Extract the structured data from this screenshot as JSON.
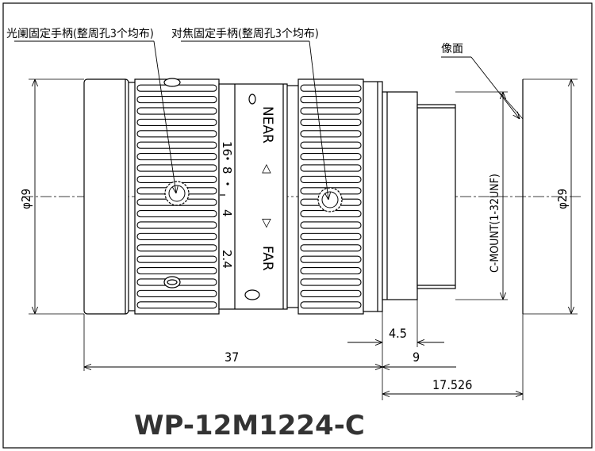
{
  "drawing": {
    "model": "WP-12M1224-C",
    "callouts": {
      "aperture_lock": "光阑固定手柄(整周孔3个均布)",
      "focus_lock": "对焦固定手柄(整周孔3个均布)",
      "image_plane": "像面"
    },
    "lens_marks": {
      "near": "NEAR",
      "far": "FAR",
      "near_arrow": "◁",
      "far_arrow": "▷",
      "f_stops": [
        "16",
        "8",
        "4",
        "2.4"
      ]
    },
    "thread": "C-MOUNT(1-32UNF)",
    "dimensions": {
      "dia_front": "φ29",
      "dia_rear": "φ29",
      "length": "37",
      "mount_length": "9",
      "flange": "4.5",
      "back_focus": "17.526"
    }
  }
}
